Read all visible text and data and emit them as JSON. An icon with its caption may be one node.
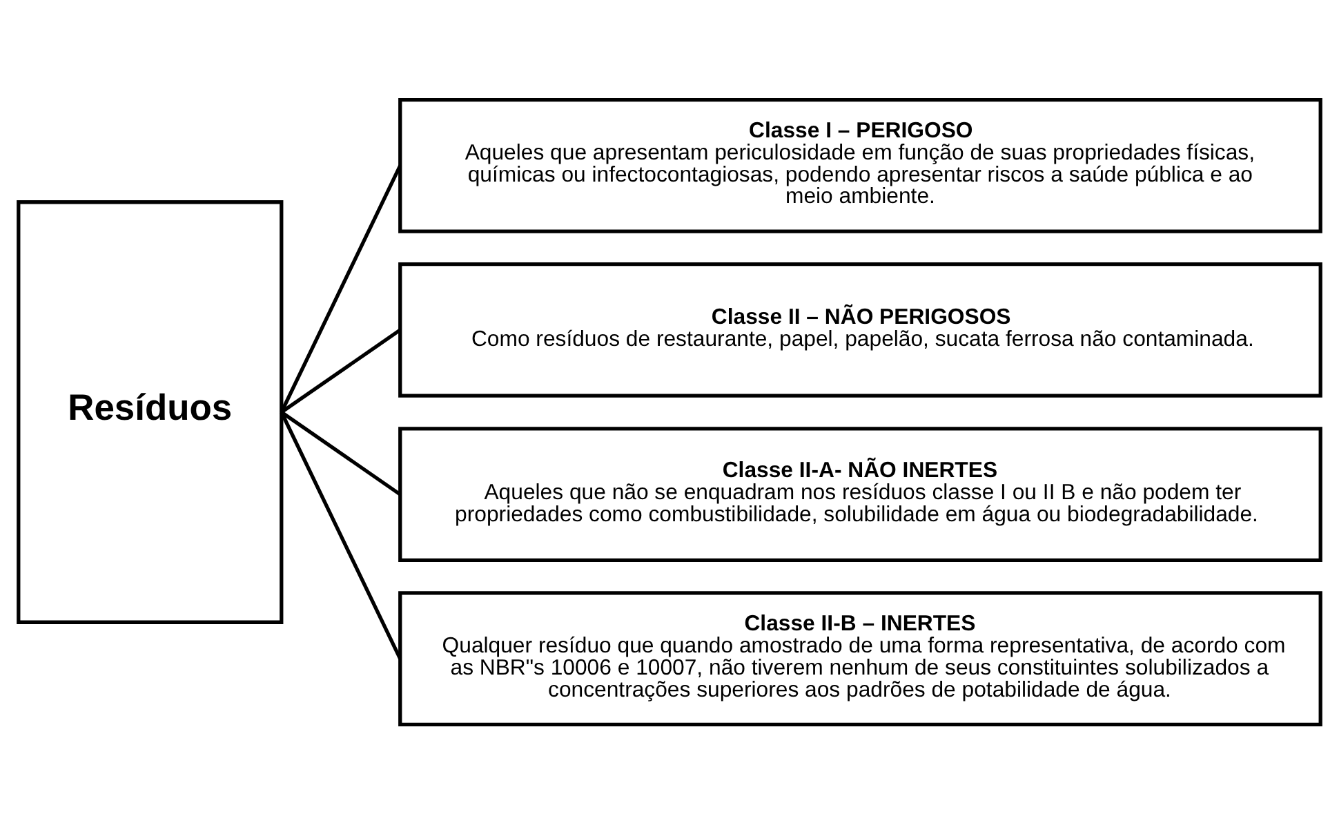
{
  "diagram": {
    "nodes": [
      {
        "text": [
          "Resíduos"
        ]
      },
      {
        "text": [
          "Classe I – PERIGOSO",
          "Aqueles que apresentam periculosidade em função de suas propriedades físicas, químicas ou infectocontagiosas, podendo apresentar riscos a saúde pública e ao meio ambiente."
        ]
      },
      {
        "text": [
          "Classe II – NÃO PERIGOSOS",
          "Como resíduos de restaurante, papel, papelão, sucata ferrosa não contaminada."
        ]
      },
      {
        "text": [
          "Classe II-A- NÃO INERTES",
          "Aqueles que não se enquadram nos resíduos classe I ou II B e não podem ter propriedades como combustibilidade, solubilidade em água ou biodegradabilidade."
        ]
      },
      {
        "text": [
          "Classe II-B – INERTES",
          "Qualquer resíduo que quando amostrado de uma forma representativa, de acordo com as NBR\"s 10006 e 10007, não tiverem nenhum de seus constituintes solubilizados a concentrações superiores aos padrões de potabilidade de água."
        ]
      }
    ],
    "edges": [
      {
        "from": 0,
        "to": 1,
        "arrow": "none"
      },
      {
        "from": 0,
        "to": 2,
        "arrow": "none"
      },
      {
        "from": 0,
        "to": 3,
        "arrow": "none"
      },
      {
        "from": 0,
        "to": 4,
        "arrow": "none"
      }
    ]
  }
}
